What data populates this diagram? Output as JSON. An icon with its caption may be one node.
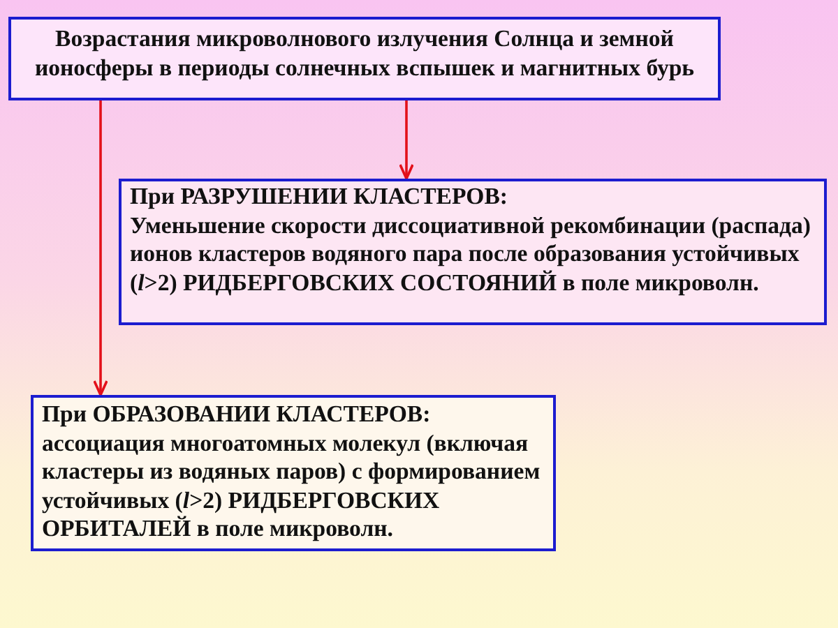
{
  "diagram": {
    "nodes": [
      {
        "text": [
          "Возрастания микроволнового излучения Солнца и земной ионосферы в периоды солнечных вспышек и магнитных бурь"
        ]
      },
      {
        "text": [
          "При РАЗРУШЕНИИ КЛАСТЕРОВ:",
          "Уменьшение скорости диссоциативной рекомбинации (распада) ионов кластеров водяного пара после образования устойчивых (*l*>2) РИДБЕРГОВСКИХ СОСТОЯНИЙ в поле микроволн."
        ]
      },
      {
        "text": [
          "При ОБРАЗОВАНИИ КЛАСТЕРОВ:",
          "ассоциация многоатомных молекул (включая кластеры из водяных паров) с формированием устойчивых (*l*>2) РИДБЕРГОВСКИХ ОРБИТАЛЕЙ в поле микроволн."
        ]
      }
    ],
    "edges": [
      {
        "from": 0,
        "to": 1,
        "arrow": "to"
      },
      {
        "from": 0,
        "to": 2,
        "arrow": "to"
      }
    ]
  }
}
